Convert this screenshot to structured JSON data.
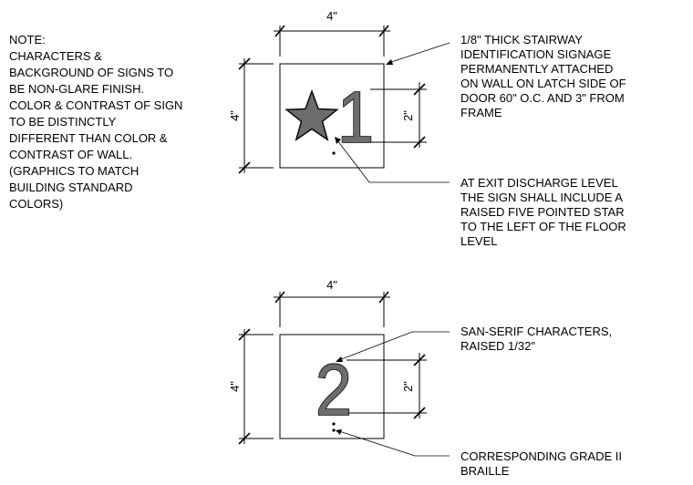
{
  "note": {
    "lines": [
      "NOTE:",
      "CHARACTERS &",
      "BACKGROUND OF SIGNS TO",
      "BE NON-GLARE FINISH.",
      "COLOR & CONTRAST OF SIGN",
      "TO BE DISTINCTLY",
      "DIFFERENT THAN COLOR &",
      "CONTRAST OF WALL.",
      "(GRAPHICS TO MATCH",
      "BUILDING STANDARD",
      "COLORS)"
    ]
  },
  "sign1": {
    "width_dim": "4\"",
    "height_dim": "4\"",
    "char_dim": "2\"",
    "character": "1",
    "symbol": "star-icon",
    "callout_top": [
      "1/8\" THICK STAIRWAY",
      "IDENTIFICATION SIGNAGE",
      "PERMANENTLY ATTACHED",
      "ON WALL ON LATCH SIDE OF",
      "DOOR 60\" O.C. AND 3\" FROM",
      "FRAME"
    ],
    "callout_bottom": [
      "AT EXIT DISCHARGE LEVEL",
      "THE SIGN SHALL INCLUDE A",
      "RAISED FIVE POINTED STAR",
      "TO THE  LEFT OF THE FLOOR",
      "LEVEL"
    ]
  },
  "sign2": {
    "width_dim": "4\"",
    "height_dim": "4\"",
    "char_dim": "2\"",
    "character": "2",
    "callout_top": [
      "SAN-SERIF CHARACTERS,",
      "RAISED 1/32\""
    ],
    "callout_bottom": [
      "CORRESPONDING GRADE II",
      "BRAILLE"
    ]
  }
}
